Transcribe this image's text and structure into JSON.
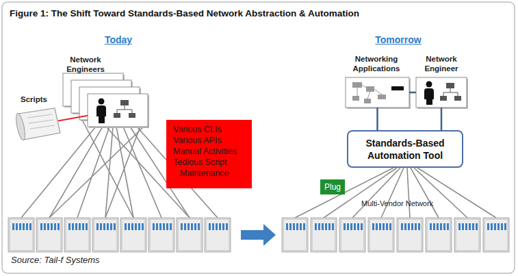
{
  "diagram": {
    "title": "Figure 1: The Shift Toward Standards-Based Network Abstraction & Automation",
    "caption": "Source: Tail-f Systems",
    "nodes": [
      {
        "text": [
          "Network Engineers"
        ]
      },
      {
        "text": [
          "Scripts"
        ]
      },
      {
        "text": [
          "Various CLIs",
          "Various APIs",
          "Manual Activities",
          "Tedious Script Maintenance"
        ]
      },
      {
        "text": [
          "Networking Applications"
        ]
      },
      {
        "text": [
          "Network Engineer"
        ]
      },
      {
        "text": [
          "Standards-Based Automation Tool"
        ]
      },
      {
        "text": [
          "Plug"
        ]
      }
    ],
    "edges": [
      {
        "from": 1,
        "to": 0,
        "arrow": "none"
      },
      {
        "from": 3,
        "to": 4,
        "arrow": "none"
      },
      {
        "from": 3,
        "to": 5,
        "arrow": "none"
      },
      {
        "from": 4,
        "to": 5,
        "arrow": "none"
      }
    ],
    "labels": [
      "Today",
      "Tomorrow",
      "Multi-Vendor Network"
    ]
  }
}
